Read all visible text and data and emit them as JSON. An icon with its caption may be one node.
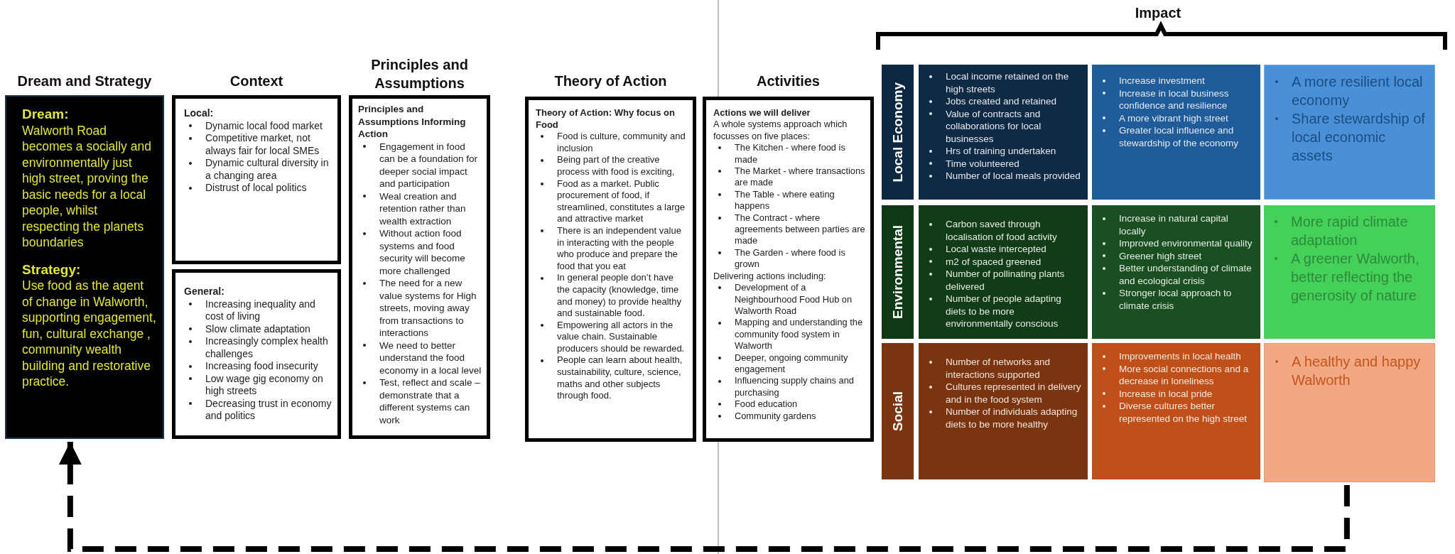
{
  "diagram": {
    "nodes": [
      {
        "beside": [
          "Dream and Strategy"
        ],
        "text": [
          "Dream:",
          "Walworth Road becomes a socially and environmentally just high street, proving the basic needs for a local people, whilst respecting the planets boundaries",
          "Strategy:",
          "Use food as the agent of change in Walworth, supporting engagement, fun, cultural exchange , community wealth building and restorative practice."
        ]
      },
      {
        "beside": [
          "Context"
        ],
        "text": [
          "Local:",
          "Dynamic local food market",
          "Competitive market, not always fair for local SMEs",
          "Dynamic cultural diversity in a changing area",
          "Distrust of local politics"
        ]
      },
      {
        "text": [
          "General:",
          "Increasing inequality and cost of living",
          "Slow climate adaptation",
          "Increasingly complex health challenges",
          "Increasing food insecurity",
          "Low wage gig economy on high streets",
          "Decreasing trust in economy and politics"
        ]
      },
      {
        "beside": [
          "Principles and Assumptions"
        ],
        "text": [
          "Principles and Assumptions Informing Action",
          "Engagement in food can be a foundation for deeper social impact and participation",
          "Weal creation and retention rather than wealth extraction",
          "Without action food systems and food security will become more challenged",
          "The need for a new value systems for High streets, moving away from transactions to interactions",
          "We need to better understand the food economy in a local level",
          "Test, reflect and scale – demonstrate that a different systems can work"
        ]
      },
      {
        "beside": [
          "Theory of Action"
        ],
        "text": [
          "Theory of Action: Why focus on Food",
          "Food is culture, community and inclusion",
          "Being part of the creative process with food is exciting,",
          "Food as a market. Public procurement of food, if streamlined, constitutes a large and attractive market",
          "There is an independent value in interacting with the people who produce and prepare the food that you eat",
          "In general people don’t have the capacity (knowledge, time and money) to provide healthy and sustainable food.",
          "Empowering all actors in the value chain. Sustainable producers should be rewarded.",
          "People can learn about health, sustainability, culture, science, maths and other subjects through food."
        ]
      },
      {
        "beside": [
          "Activities"
        ],
        "text": [
          "Actions we will deliver",
          "A whole systems approach which focusses on five places:",
          "The Kitchen - where food is made",
          "The Market - where transactions are made",
          "The Table - where eating happens",
          "The Contract - where agreements between parties are made",
          "The Garden - where food is grown",
          "Delivering actions including:",
          "Development of a Neighbourhood Food Hub on Walworth Road",
          "Mapping and understanding the community food system in Walworth",
          "Deeper, ongoing community engagement",
          "Influencing supply chains and purchasing",
          "Food education",
          "Community gardens"
        ]
      },
      {
        "text": [
          "Local Economy"
        ]
      },
      {
        "text": [
          "Local income retained on the high streets",
          "Jobs created and retained",
          "Value of contracts and collaborations for local businesses",
          "Hrs of training undertaken",
          "Time volunteered",
          "Number of local meals provided"
        ]
      },
      {
        "text": [
          "Increase investment",
          "Increase in local business confidence and resilience",
          "A more vibrant high street",
          "Greater local influence and stewardship of the economy"
        ]
      },
      {
        "text": [
          "A more resilient local economy",
          "Share stewardship of local economic assets"
        ]
      },
      {
        "text": [
          "Environmental"
        ]
      },
      {
        "text": [
          "Carbon saved through localisation of food activity",
          "Local waste intercepted",
          "m2 of spaced greened",
          "Number of pollinating plants delivered",
          "Number of people adapting diets to be more environmentally conscious"
        ]
      },
      {
        "text": [
          "Increase in natural capital locally",
          "Improved environmental quality",
          "Greener high street",
          "Better understanding of climate and ecological crisis",
          "Stronger local approach to climate crisis"
        ]
      },
      {
        "text": [
          "More rapid climate adaptation",
          "A greener Walworth, better reflecting the generosity of nature"
        ]
      },
      {
        "text": [
          "Social"
        ]
      },
      {
        "text": [
          "Number of networks and interactions supported",
          "Cultures represented in delivery and in the food system",
          "Number of individuals adapting diets to be more healthy"
        ]
      },
      {
        "text": [
          "Improvements in local health",
          "More social connections and a decrease in loneliness",
          "Increase in local pride",
          "Diverse cultures better represented on the high street"
        ]
      },
      {
        "text": [
          "A healthy and happy Walworth"
        ]
      }
    ],
    "edges": [
      {
        "from": 17,
        "to": 0,
        "arrow": "to",
        "style": "dashed"
      }
    ],
    "labels": [
      "Impact"
    ]
  }
}
